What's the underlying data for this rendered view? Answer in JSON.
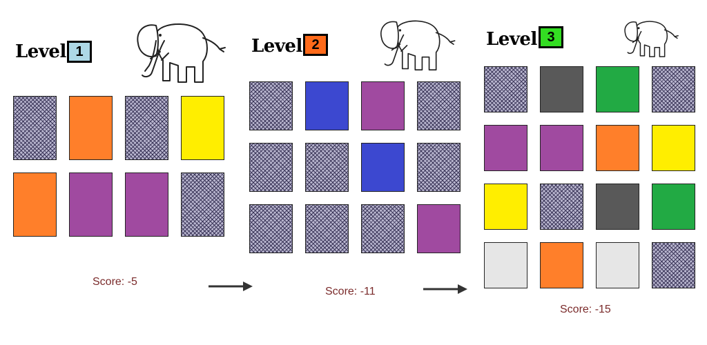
{
  "levels": [
    {
      "title": "Level",
      "number": "1",
      "badge_color": "#add8e6",
      "score": "Score: -5",
      "cards": [
        [
          "hidden",
          "#ff7f2a",
          "hidden",
          "#ffee00"
        ],
        [
          "#ff7f2a",
          "#a04aa0",
          "#a04aa0",
          "hidden"
        ]
      ]
    },
    {
      "title": "Level",
      "number": "2",
      "badge_color": "#ff6a1a",
      "score": "Score: -11",
      "cards": [
        [
          "hidden",
          "#3c48d0",
          "#a04aa0",
          "hidden"
        ],
        [
          "hidden",
          "hidden",
          "#3c48d0",
          "hidden"
        ],
        [
          "hidden",
          "hidden",
          "hidden",
          "#a04aa0"
        ]
      ]
    },
    {
      "title": "Level",
      "number": "3",
      "badge_color": "#33dd22",
      "score": "Score: -15",
      "cards": [
        [
          "hidden",
          "#595959",
          "#22aa44",
          "hidden"
        ],
        [
          "#a04aa0",
          "#a04aa0",
          "#ff7f2a",
          "#ffee00"
        ],
        [
          "#ffee00",
          "hidden",
          "#595959",
          "#22aa44"
        ],
        [
          "#e6e6e6",
          "#ff7f2a",
          "#e6e6e6",
          "hidden"
        ]
      ]
    }
  ]
}
